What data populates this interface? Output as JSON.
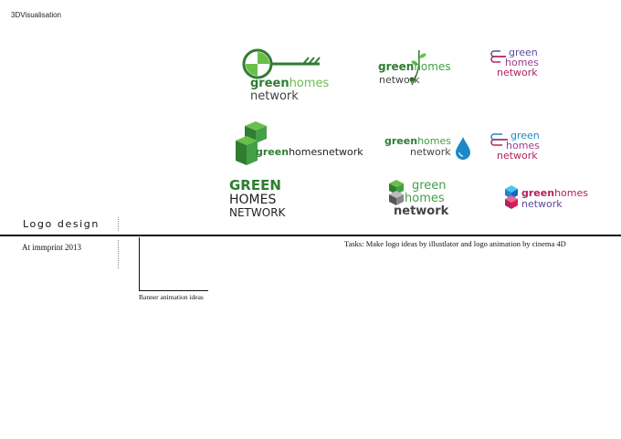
{
  "header": {
    "category": "3DVisualisation"
  },
  "brand": {
    "word_green": "green",
    "word_homes": "homes",
    "word_network": "network",
    "word_homesnetwork": "homesnetwork",
    "caps_green": "GREEN",
    "caps_homes": "HOMES",
    "caps_network": "NETWORK"
  },
  "colors": {
    "dark_green": "#2e7d32",
    "mid_green": "#43a047",
    "light_green": "#6abf4b",
    "gray": "#555555",
    "teal": "#1e88c7",
    "magenta": "#b0245a",
    "purple": "#5b4a9b"
  },
  "section": {
    "title": "Logo design",
    "subtitle": "At immprint 2013",
    "tasks": "Tasks: Make logo ideas by illustlator and logo animation by cinema 4D",
    "banner_label": "Banner animation ideas"
  }
}
